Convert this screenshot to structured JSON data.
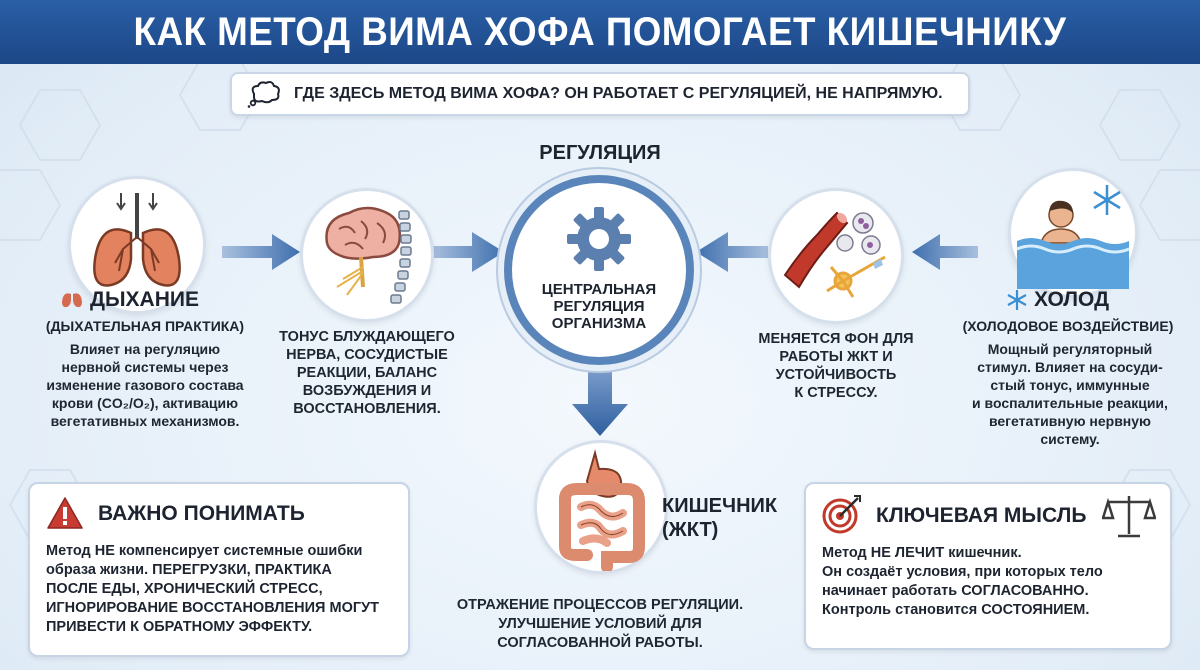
{
  "title": "КАК МЕТОД ВИМА ХОФА ПОМОГАЕТ КИШЕЧНИКУ",
  "question": "ГДЕ ЗДЕСЬ МЕТОД ВИМА ХОФА? ОН РАБОТАЕТ С РЕГУЛЯЦИЕЙ, НЕ НАПРЯМУЮ.",
  "center": {
    "label": "РЕГУЛЯЦИЯ",
    "caption": [
      "ЦЕНТРАЛЬНАЯ",
      "РЕГУЛЯЦИЯ",
      "ОРГАНИЗМА"
    ]
  },
  "breathing": {
    "title": "ДЫХАНИЕ",
    "subtitle": "(ДЫХАТЕЛЬНАЯ ПРАКТИКА)",
    "desc": [
      "Влияет на регуляцию",
      "нервной системы через",
      "изменение газового состава",
      "крови (CO₂/O₂), активацию",
      "вегетативных механизмов."
    ]
  },
  "nerve": {
    "desc": [
      "ТОНУС БЛУЖДАЮЩЕГО",
      "НЕРВА, СОСУДИСТЫЕ",
      "РЕАКЦИИ, БАЛАНС",
      "ВОЗБУЖДЕНИЯ И",
      "ВОССТАНОВЛЕНИЯ."
    ]
  },
  "background": {
    "desc": [
      "МЕНЯЕТСЯ ФОН ДЛЯ",
      "РАБОТЫ ЖКТ И",
      "УСТОЙЧИВОСТЬ",
      "К СТРЕССУ."
    ]
  },
  "cold": {
    "title": "ХОЛОД",
    "subtitle": "(ХОЛОДОВОЕ ВОЗДЕЙСТВИЕ)",
    "desc": [
      "Мощный регуляторный",
      "стимул. Влияет на сосуди-",
      "стый тонус, иммунные",
      "и воспалительные реакции,",
      "вегетативную нервную",
      "систему."
    ]
  },
  "gut": {
    "title": [
      "КИШЕЧНИК",
      "(ЖКТ)"
    ],
    "desc": [
      "ОТРАЖЕНИЕ ПРОЦЕССОВ РЕГУЛЯЦИИ.",
      "УЛУЧШЕНИЕ УСЛОВИЙ ДЛЯ",
      "СОГЛАСОВАННОЙ РАБОТЫ."
    ]
  },
  "important": {
    "title": "ВАЖНО ПОНИМАТЬ",
    "lines": [
      "Метод НЕ компенсирует системные ошибки",
      "образа жизни. ПЕРЕГРУЗКИ, ПРАКТИКА",
      "ПОСЛЕ ЕДЫ, ХРОНИЧЕСКИЙ СТРЕСС,",
      "ИГНОРИРОВАНИЕ ВОССТАНОВЛЕНИЯ МОГУТ",
      "ПРИВЕСТИ К ОБРАТНОМУ ЭФФЕКТУ."
    ]
  },
  "key": {
    "title": "КЛЮЧЕВАЯ МЫСЛЬ",
    "lines": [
      "Метод НЕ ЛЕЧИТ кишечник.",
      "Он создаёт условия, при которых тело",
      "начинает работать СОГЛАСОВАННО.",
      "Контроль становится СОСТОЯНИЕМ."
    ]
  },
  "colors": {
    "header": "#1f4c8f",
    "arrow": "#3e6fae",
    "accent_red": "#c83b32"
  }
}
